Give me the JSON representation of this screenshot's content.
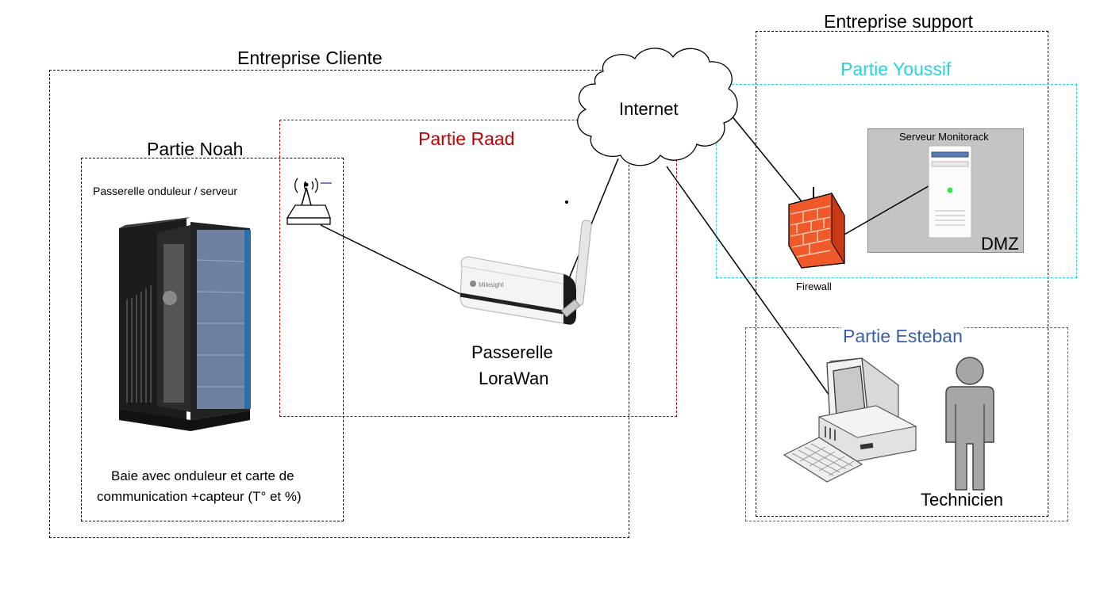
{
  "zones": {
    "entreprise_cliente": "Entreprise Cliente",
    "entreprise_support": "Entreprise support",
    "partie_noah": "Partie Noah",
    "partie_raad": "Partie Raad",
    "partie_youssif": "Partie Youssif",
    "partie_esteban": "Partie Esteban"
  },
  "nodes": {
    "internet": "Internet",
    "passerelle_onduleur": "Passerelle onduleur / serveur",
    "baie_line1": "Baie avec onduleur et carte de",
    "baie_line2": "communication +capteur (T° et %)",
    "passerelle_lorawan_line1": "Passerelle",
    "passerelle_lorawan_line2": "LoraWan",
    "serveur_monitorack": "Serveur Monitorack",
    "dmz": "DMZ",
    "firewall": "Firewall",
    "technicien": "Technicien",
    "gateway_brand": "Milesight"
  },
  "colors": {
    "raad": "#c00000",
    "youssif": "#21d4e0",
    "esteban": "#3b5fa8",
    "dashed_black": "#000000"
  }
}
